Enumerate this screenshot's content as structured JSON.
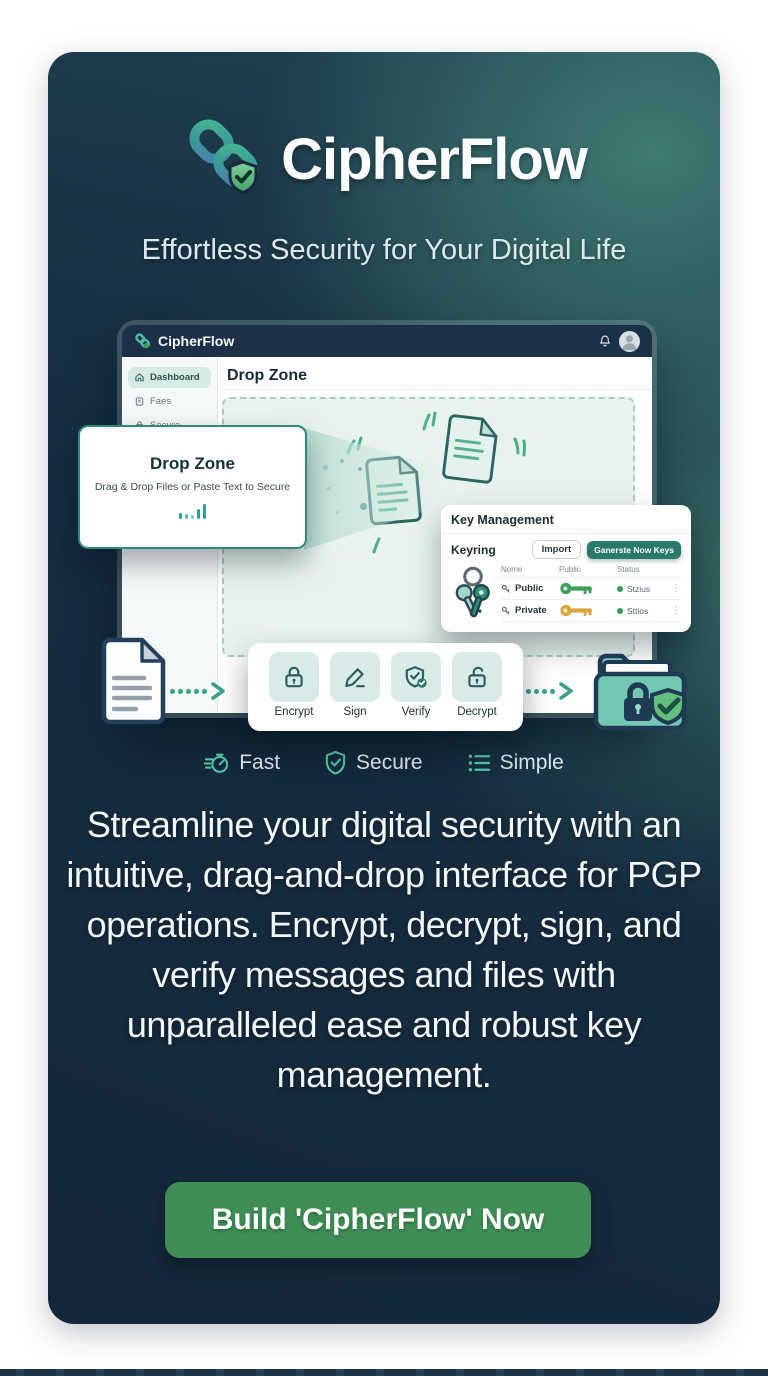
{
  "page": {
    "brand": "CipherFlow",
    "tagline": "Effortless Security for Your Digital Life",
    "description": "Streamline your digital security with an intuitive, drag-and-drop interface for PGP operations. Encrypt, decrypt, sign, and verify messages and files with unparalleled ease and robust key management.",
    "cta_label": "Build 'CipherFlow' Now"
  },
  "app_window": {
    "header": {
      "brand": "CipherFlow"
    },
    "sidebar": {
      "items": [
        {
          "label": "Dashboard",
          "active": true
        },
        {
          "label": "Faes",
          "active": false
        },
        {
          "label": "Secure",
          "active": false
        }
      ]
    },
    "main": {
      "title": "Drop Zone"
    },
    "drop_card": {
      "title": "Drop Zone",
      "subtitle": "Drag & Drop Files or Paste Text to Secure"
    },
    "key_panel": {
      "title": "Key Management",
      "keyring_label": "Keyring",
      "import_label": "Import",
      "generate_label": "Ganerste Now Keys",
      "columns": {
        "name": "Nome",
        "public": "Public",
        "status": "Status"
      },
      "rows": [
        {
          "name": "Public",
          "status": "Stzius"
        },
        {
          "name": "Private",
          "status": "Sttios"
        }
      ]
    },
    "actions": [
      {
        "label": "Encrypt"
      },
      {
        "label": "Sign"
      },
      {
        "label": "Verify"
      },
      {
        "label": "Decrypt"
      }
    ]
  },
  "features": [
    {
      "label": "Fast"
    },
    {
      "label": "Secure"
    },
    {
      "label": "Simple"
    }
  ],
  "colors": {
    "brand_navy": "#152a3e",
    "accent_teal": "#3aa08c",
    "cta_green": "#3e8e55",
    "key_public": "#3f9e57",
    "key_private": "#d9a63c",
    "status_green": "#2fa15c"
  }
}
